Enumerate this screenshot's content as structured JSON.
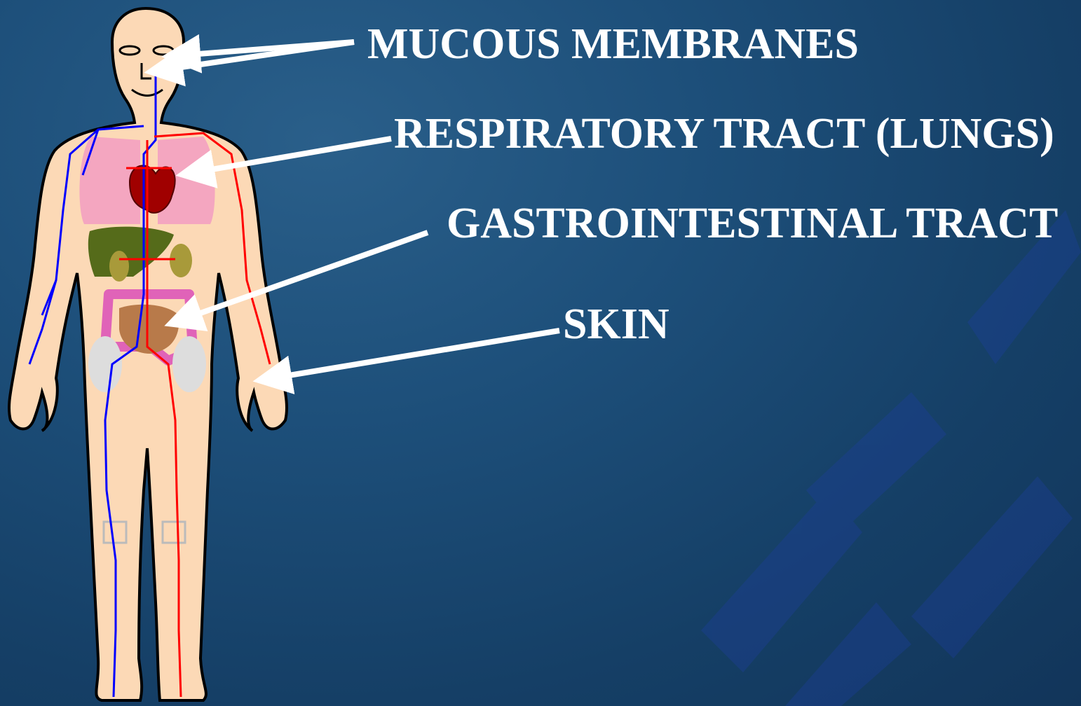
{
  "labels": {
    "mucous_membranes": "MUCOUS MEMBRANES",
    "respiratory_tract": "RESPIRATORY TRACT (LUNGS)",
    "gastrointestinal_tract": "GASTROINTESTINAL TRACT",
    "skin": "SKIN"
  },
  "colors": {
    "background": "#1d4f7a",
    "label_text": "#ffffff",
    "arrow": "#ffffff",
    "skin": "#fcd9b6",
    "artery": "#ff0000",
    "vein": "#0000ff",
    "lungs": "#f4a6c0",
    "heart": "#a00000",
    "liver": "#556b1a",
    "intestine_large": "#e063b8",
    "intestine_small": "#b87a4a"
  }
}
